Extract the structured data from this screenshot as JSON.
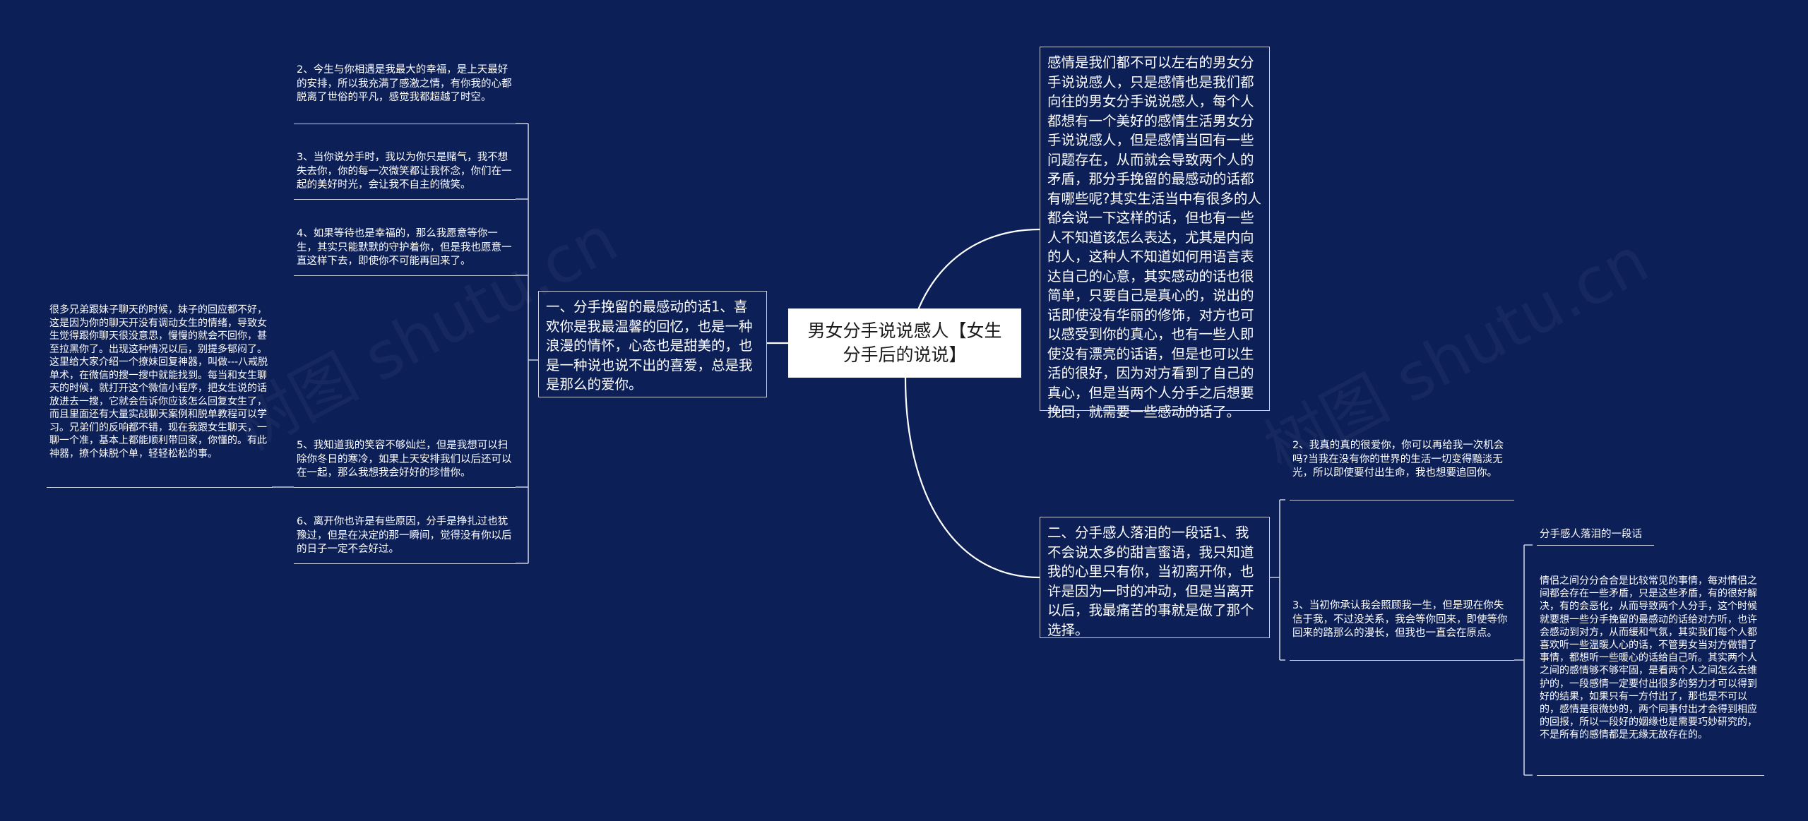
{
  "watermark": "树图 shutu.cn",
  "root": {
    "title": "男女分手说说感人【女生分手后的说说】"
  },
  "left_branch": {
    "label": "一、分手挽留的最感动的话1、喜欢你是我最温馨的回忆，也是一种浪漫的情怀，心态也是甜美的，也是一种说也说不出的喜爱，总是我是那么的爱你。",
    "children": [
      {
        "text": "2、今生与你相遇是我最大的幸福，是上天最好的安排，所以我充满了感激之情，有你我的心都脱离了世俗的平凡，感觉我都超越了时空。"
      },
      {
        "text": "3、当你说分手时，我以为你只是赌气，我不想失去你，你的每一次微笑都让我怀念，你们在一起的美好时光，会让我不自主的微笑。"
      },
      {
        "text": "4、如果等待也是幸福的，那么我愿意等你一生，其实只能默默的守护着你，但是我也愿意一直这样下去，即使你不可能再回来了。"
      },
      {
        "text": "5、我知道我的笑容不够灿烂，但是我想可以扫除你冬日的寒冷，如果上天安排我们以后还可以在一起，那么我想我会好好的珍惜你。",
        "child": "很多兄弟跟妹子聊天的时候，妹子的回应都不好，这是因为你的聊天开没有调动女生的情绪，导致女生觉得跟你聊天很没意思，慢慢的就会不回你，甚至拉黑你了。出现这种情况以后，别提多郁闷了。这里给大家介绍一个撩妹回复神器，叫做---八戒脱单术，在微信的搜一搜中就能找到。每当和女生聊天的时候，就打开这个微信小程序，把女生说的话放进去一搜，它就会告诉你应该怎么回复女生了，而且里面还有大量实战聊天案例和脱单教程可以学习。兄弟们的反响都不错，现在我跟女生聊天，一聊一个准，基本上都能顺利带回家，你懂的。有此神器，撩个妹脱个单，轻轻松松的事。"
      },
      {
        "text": "6、离开你也许是有些原因，分手是挣扎过也犹豫过，但是在决定的那一瞬间，觉得没有你以后的日子一定不会好过。"
      }
    ]
  },
  "right_top": {
    "text": "感情是我们都不可以左右的男女分手说说感人，只是感情也是我们都向往的男女分手说说感人，每个人都想有一个美好的感情生活男女分手说说感人，但是感情当回有一些问题存在，从而就会导致两个人的矛盾，那分手挽留的最感动的话都有哪些呢?其实生活当中有很多的人都会说一下这样的话，但也有一些人不知道该怎么表达，尤其是内向的人，这种人不知道如何用语言表达自己的心意，其实感动的话也很简单，只要自己是真心的，说出的话即使没有华丽的修饰，对方也可以感受到你的真心，也有一些人即使没有漂亮的话语，但是也可以生活的很好，因为对方看到了自己的真心，但是当两个人分手之后想要挽回，就需要一些感动的话了。"
  },
  "right_bottom": {
    "label": "二、分手感人落泪的一段话1、我不会说太多的甜言蜜语，我只知道我的心里只有你，当初离开你，也许是因为一时的冲动，但是当离开以后，我最痛苦的事就是做了那个选择。",
    "children": [
      {
        "text": "2、我真的真的很爱你，你可以再给我一次机会吗?当我在没有你的世界的生活一切变得黯淡无光，所以即使要付出生命，我也想要追回你。"
      },
      {
        "text": "3、当初你承认我会照顾我一生，但是现在你失信于我，不过没关系，我会等你回来，即使等你回来的路那么的漫长，但我也一直会在原点。",
        "children": [
          {
            "text": "分手感人落泪的一段话"
          },
          {
            "text": "情侣之间分分合合是比较常见的事情，每对情侣之间都会存在一些矛盾，只是这些矛盾，有的很好解决，有的会恶化，从而导致两个人分手，这个时候就要想一些分手挽留的最感动的话给对方听，也许会感动到对方，从而缓和气氛，其实我们每个人都喜欢听一些温暖人心的话，不管男女当对方做错了事情，都想听一些暖心的话给自己听。其实两个人之间的感情够不够牢固，是看两个人之间怎么去维护的，一段感情一定要付出很多的努力才可以得到好的结果，如果只有一方付出了，那也是不可以的，感情是很微妙的，两个同事付出才会得到相应的回报，所以一段好的姻缘也是需要巧妙研究的，不是所有的感情都是无缘无故存在的。"
          }
        ]
      }
    ]
  },
  "colors": {
    "background": "#0c1f57",
    "line": "#ffffff",
    "root_fill": "#ffffff"
  }
}
